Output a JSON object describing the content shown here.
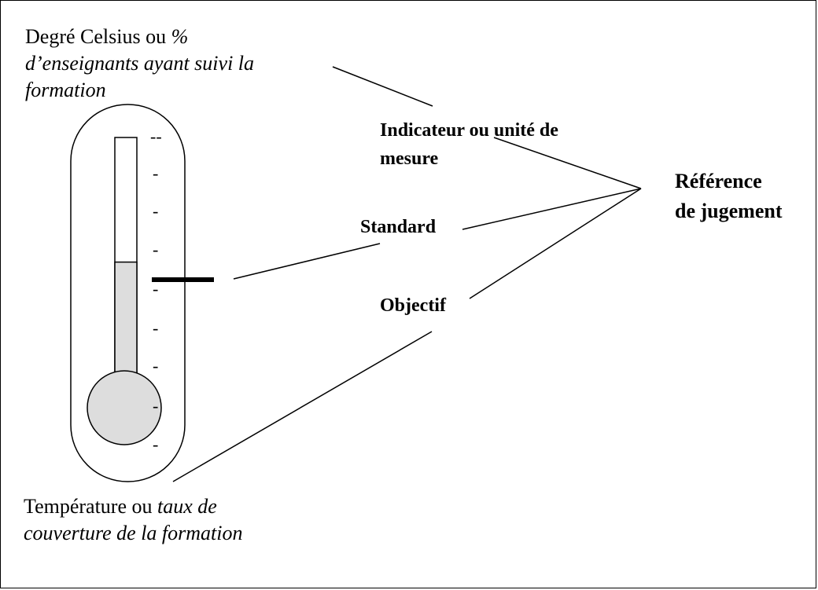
{
  "top_label": {
    "plain": "Degré Celsius ou ",
    "italic_line1": "%",
    "italic_line2": "d’enseignants ayant suivi la",
    "italic_line3": "formation"
  },
  "bottom_label": {
    "plain": "Température ou ",
    "italic_line1": "taux de",
    "italic_line2": "couverture de la formation"
  },
  "indicator": {
    "line1": "Indicateur ou unité de",
    "line2": "mesure"
  },
  "standard": "Standard",
  "objectif": "Objectif",
  "reference": {
    "line1": "Référence",
    "line2": "de jugement"
  },
  "tick_marks": [
    "--",
    "-",
    "-",
    "-",
    "-",
    "-",
    "-",
    "-",
    "-"
  ],
  "thermometer": {
    "fill_level": 0.48,
    "fill_color": "#dddddd",
    "outline_color": "#000000"
  }
}
